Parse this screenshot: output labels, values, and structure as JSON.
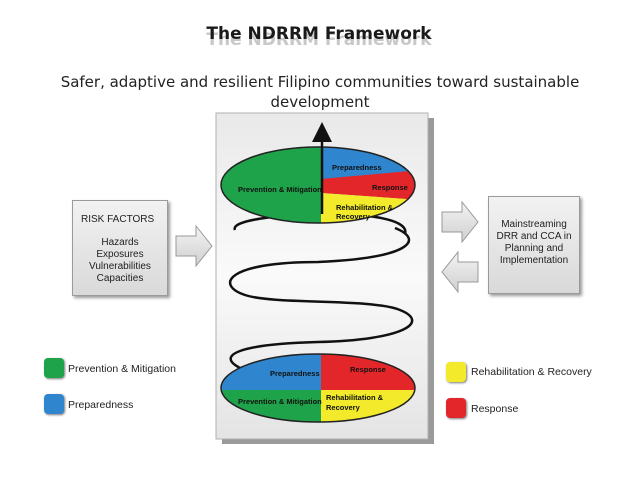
{
  "title": "The NDRRM Framework",
  "subtitle": "Safer, adaptive and resilient Filipino communities toward sustainable development",
  "risk_factors": {
    "heading": "RISK FACTORS",
    "items": [
      "Hazards",
      "Exposures",
      "Vulnerabilities",
      "Capacities"
    ]
  },
  "mainstreaming": {
    "lines": [
      "Mainstreaming",
      "DRR and CCA in",
      "Planning and",
      "Implementation"
    ]
  },
  "top_ellipse": {
    "prevention": "Prevention & Mitigation",
    "preparedness": "Preparedness",
    "response": "Response",
    "rehab_1": "Rehabilitation &",
    "rehab_2": "Recovery"
  },
  "bottom_ellipse": {
    "prevention": "Prevention & Mitigation",
    "preparedness": "Preparedness",
    "response": "Response",
    "rehab_1": "Rehabilitation &",
    "rehab_2": "Recovery"
  },
  "legend": {
    "prevention": "Prevention &  Mitigation",
    "preparedness": "Preparedness",
    "rehab": "Rehabilitation & Recovery",
    "response": "Response"
  },
  "colors": {
    "prevention": "#1fa34a",
    "preparedness": "#2f86cf",
    "rehab": "#f2ea2a",
    "response": "#e3262a"
  }
}
